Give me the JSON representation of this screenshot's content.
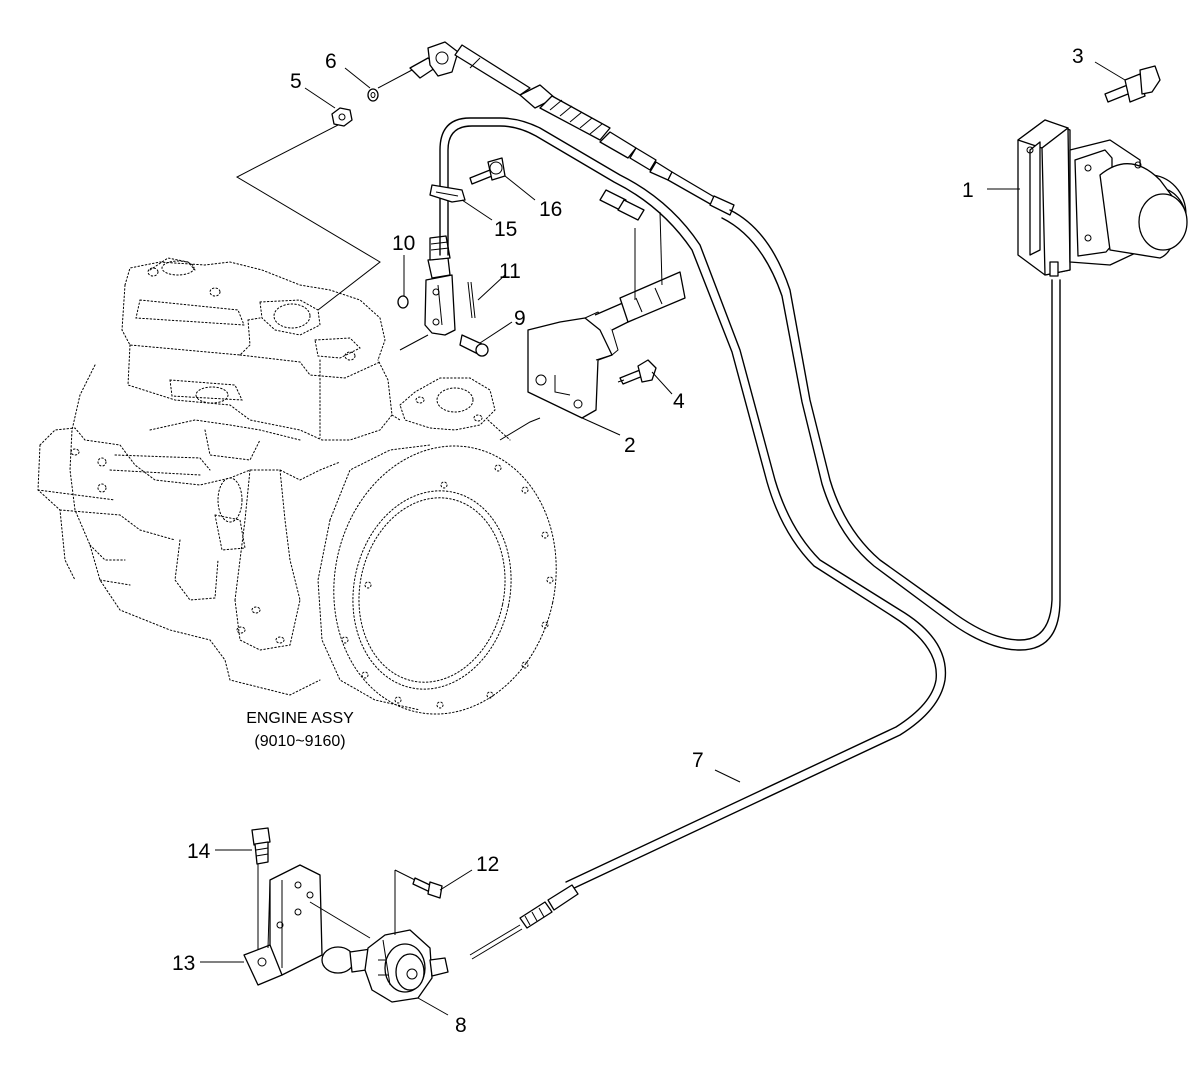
{
  "caption": {
    "line1": "ENGINE ASSY",
    "line2": "(9010~9160)"
  },
  "callouts": {
    "p1": "1",
    "p2": "2",
    "p3": "3",
    "p4": "4",
    "p5": "5",
    "p6": "6",
    "p7": "7",
    "p8": "8",
    "p9": "9",
    "p10": "10",
    "p11": "11",
    "p12": "12",
    "p13": "13",
    "p14": "14",
    "p15": "15",
    "p16": "16"
  }
}
